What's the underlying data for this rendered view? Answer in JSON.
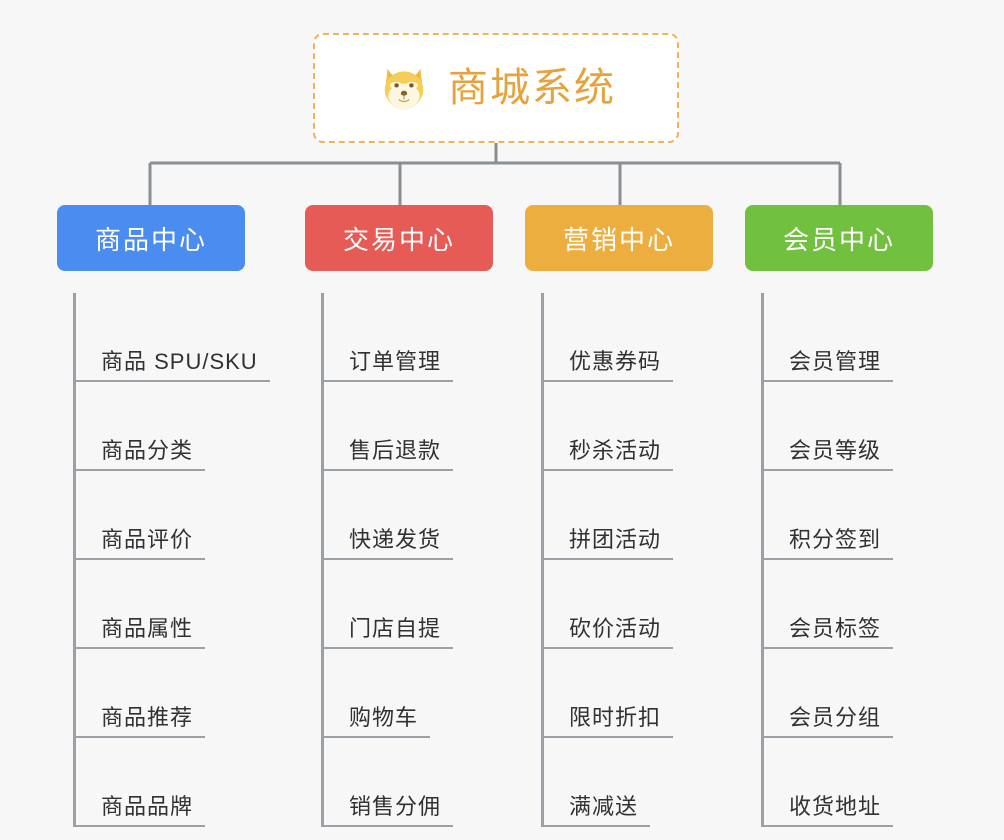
{
  "page": {
    "background_color": "#f7f7f7",
    "type": "mindmap-tree-diagram",
    "title": "商城系统 功能结构图"
  },
  "root": {
    "label": "商城系统",
    "icon": "shiba-dog-face-icon",
    "text_color": "#e6a23c",
    "border_color": "#f0b357",
    "background_color": "#ffffff"
  },
  "connector": {
    "color": "#8a8f94",
    "width": 3
  },
  "categories": [
    {
      "label": "商品中心",
      "color": "#4a8cf0",
      "text_color": "#ffffff",
      "items": [
        "商品 SPU/SKU",
        "商品分类",
        "商品评价",
        "商品属性",
        "商品推荐",
        "商品品牌"
      ]
    },
    {
      "label": "交易中心",
      "color": "#e65b55",
      "text_color": "#ffffff",
      "items": [
        "订单管理",
        "售后退款",
        "快递发货",
        "门店自提",
        "购物车",
        "销售分佣"
      ]
    },
    {
      "label": "营销中心",
      "color": "#edae40",
      "text_color": "#ffffff",
      "items": [
        "优惠券码",
        "秒杀活动",
        "拼团活动",
        "砍价活动",
        "限时折扣",
        "满减送"
      ]
    },
    {
      "label": "会员中心",
      "color": "#72c040",
      "text_color": "#ffffff",
      "items": [
        "会员管理",
        "会员等级",
        "积分签到",
        "会员标签",
        "会员分组",
        "收货地址"
      ]
    }
  ]
}
